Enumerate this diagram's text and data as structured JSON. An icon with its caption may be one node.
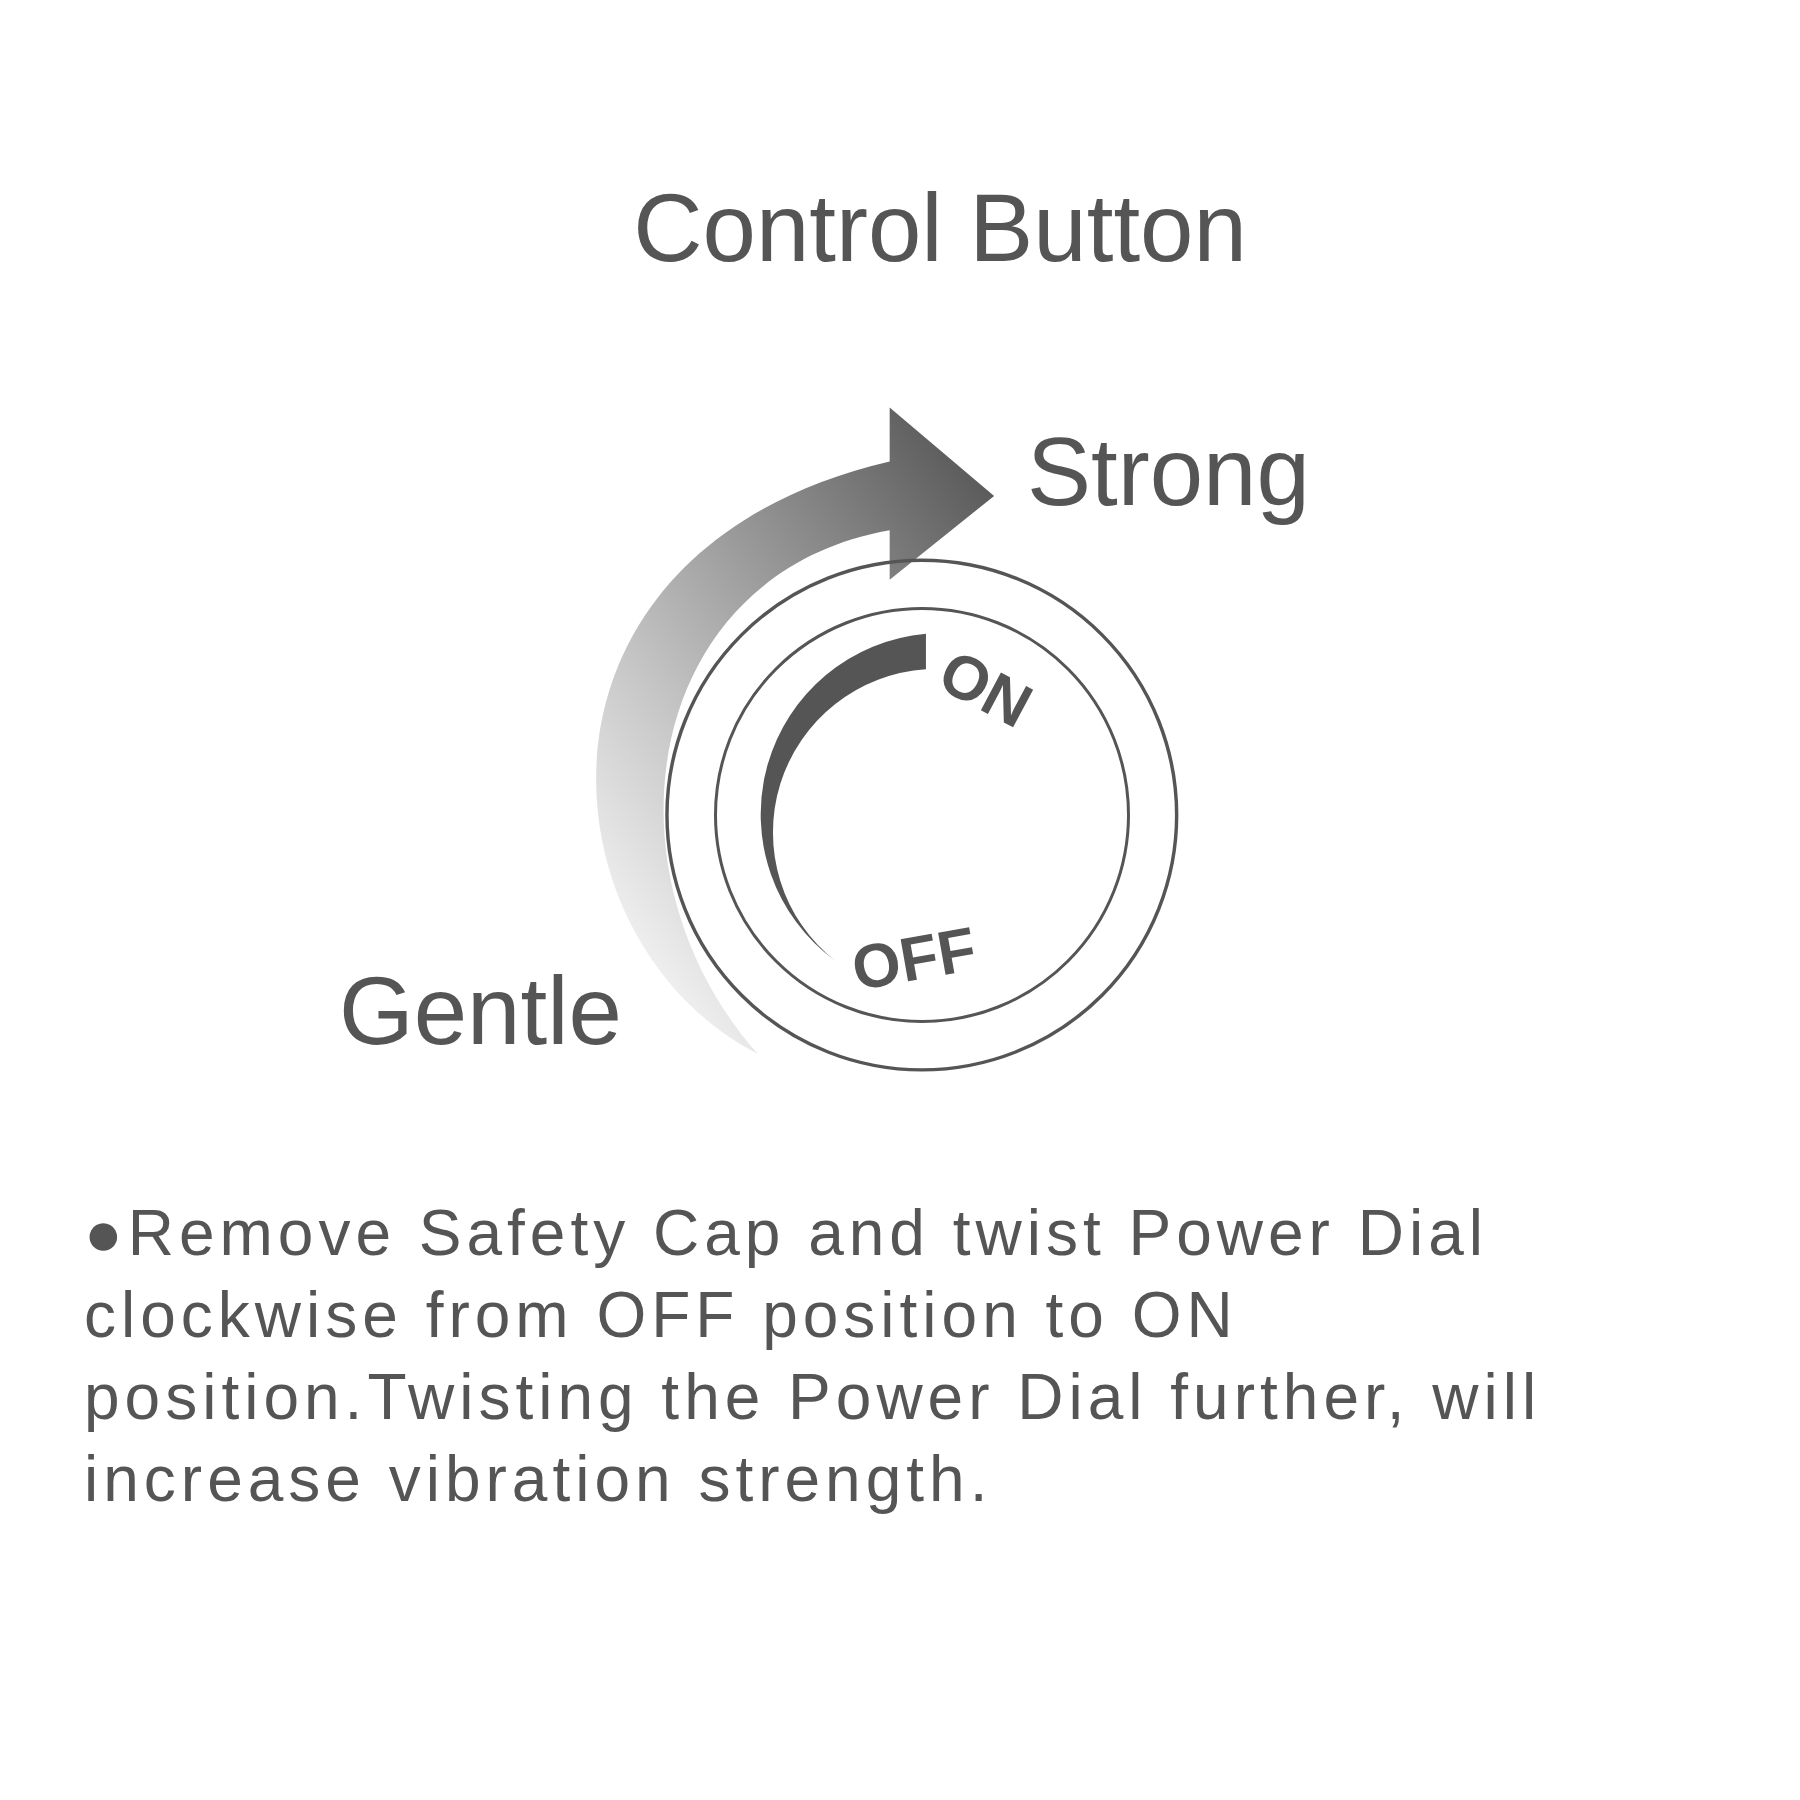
{
  "diagram": {
    "title": "Control Button",
    "nodes": [
      {
        "text": [
          "ON",
          "OFF"
        ]
      }
    ],
    "labels": [
      "Strong",
      "Gentle",
      "●Remove Safety Cap and twist Power Dial clockwise from OFF position to ON position.Twisting the Power Dial further, will increase vibration strength."
    ]
  }
}
